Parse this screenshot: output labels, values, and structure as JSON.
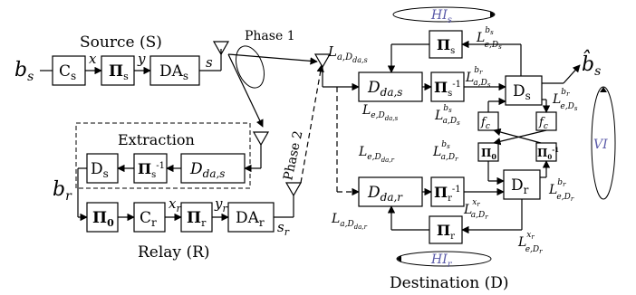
{
  "blocks": {
    "c_s": {
      "main": "C",
      "sub": "s"
    },
    "pi_s": {
      "main": "Π",
      "sub": "s"
    },
    "da_s": {
      "main": "DA",
      "sub": "s"
    },
    "d_s_relay": {
      "main": "D",
      "sub": "s"
    },
    "pi_s_inv_relay": {
      "main": "Π",
      "sub": "s",
      "sup": "-1"
    },
    "d_da_s_relay": {
      "main": "D",
      "sub": "da,s"
    },
    "pi_0": {
      "main": "Π",
      "sub": "0"
    },
    "c_r": {
      "main": "C",
      "sub": "r"
    },
    "pi_r": {
      "main": "Π",
      "sub": "r"
    },
    "da_r": {
      "main": "DA",
      "sub": "r"
    },
    "pi_s_top": {
      "main": "Π",
      "sub": "s"
    },
    "d_da_s_dest": {
      "main": "D",
      "sub": "da,s"
    },
    "pi_s_inv_dest": {
      "main": "Π",
      "sub": "s",
      "sup": "-1"
    },
    "d_s_dest": {
      "main": "D",
      "sub": "s"
    },
    "fc_left": {
      "main": "f",
      "sub": "c"
    },
    "fc_right": {
      "main": "f",
      "sub": "c"
    },
    "pi_0_dest": {
      "main": "Π",
      "sub": "0"
    },
    "pi_0_inv_dest": {
      "main": "Π",
      "sub": "0",
      "sup": "-1"
    },
    "d_da_r_dest": {
      "main": "D",
      "sub": "da,r"
    },
    "pi_r_inv_dest": {
      "main": "Π",
      "sub": "r",
      "sup": "-1"
    },
    "d_r_dest": {
      "main": "D",
      "sub": "r"
    },
    "pi_r_bottom": {
      "main": "Π",
      "sub": "r"
    }
  },
  "labels": {
    "source": "Source (S)",
    "relay": "Relay (R)",
    "destination": "Destination (D)",
    "extraction": "Extraction",
    "phase1": "Phase 1",
    "phase2": "Phase 2",
    "b_s": {
      "main": "b",
      "sub": "s"
    },
    "b_r": {
      "main": "b",
      "sub": "r"
    },
    "x": "x",
    "y": "y",
    "s": "s",
    "x_r": {
      "main": "x",
      "sub": "r"
    },
    "y_r": {
      "main": "y",
      "sub": "r"
    },
    "s_r": {
      "main": "s",
      "sub": "r"
    },
    "b_hat_s": {
      "main": "b̂",
      "sub": "s"
    },
    "hi_s": {
      "main": "HI",
      "sub": "s"
    },
    "hi_r": {
      "main": "HI",
      "sub": "r"
    },
    "vi": "VI",
    "l_a_dda_s": {
      "main": "L",
      "sub": "a,D",
      "subsub": "da,s"
    },
    "l_e_dda_s": {
      "main": "L",
      "sub": "e,D",
      "subsub": "da,s"
    },
    "l_a_ds": {
      "main": "L",
      "sup": "b",
      "supsub": "s",
      "sub": "a,D",
      "subsub": "s"
    },
    "l_e_ds_top": {
      "main": "L",
      "sup": "b",
      "supsub": "s",
      "sub": "e,D",
      "subsub": "s"
    },
    "l_a_ds_top": {
      "main": "L",
      "sup": "b",
      "supsub": "r",
      "sub": "a,D",
      "subsub": "s"
    },
    "l_e_ds_right": {
      "main": "L",
      "sup": "b",
      "supsub": "r",
      "sub": "e,D",
      "subsub": "s"
    },
    "l_e_dda_r": {
      "main": "L",
      "sub": "e,D",
      "subsub": "da,r"
    },
    "l_a_dr": {
      "main": "L",
      "sup": "b",
      "supsub": "s",
      "sub": "a,D",
      "subsub": "r"
    },
    "l_a_dr_x": {
      "main": "L",
      "sup": "x",
      "supsub": "r",
      "sub": "a,D",
      "subsub": "r"
    },
    "l_e_dr_b": {
      "main": "L",
      "sup": "b",
      "supsub": "r",
      "sub": "e,D",
      "subsub": "r"
    },
    "l_a_dda_r": {
      "main": "L",
      "sub": "a,D",
      "subsub": "da,r"
    },
    "l_e_dr_x": {
      "main": "L",
      "sup": "x",
      "supsub": "r",
      "sub": "e,D",
      "subsub": "r"
    }
  },
  "colors": {
    "line": "#000000",
    "accent": "#5a5aa8"
  }
}
